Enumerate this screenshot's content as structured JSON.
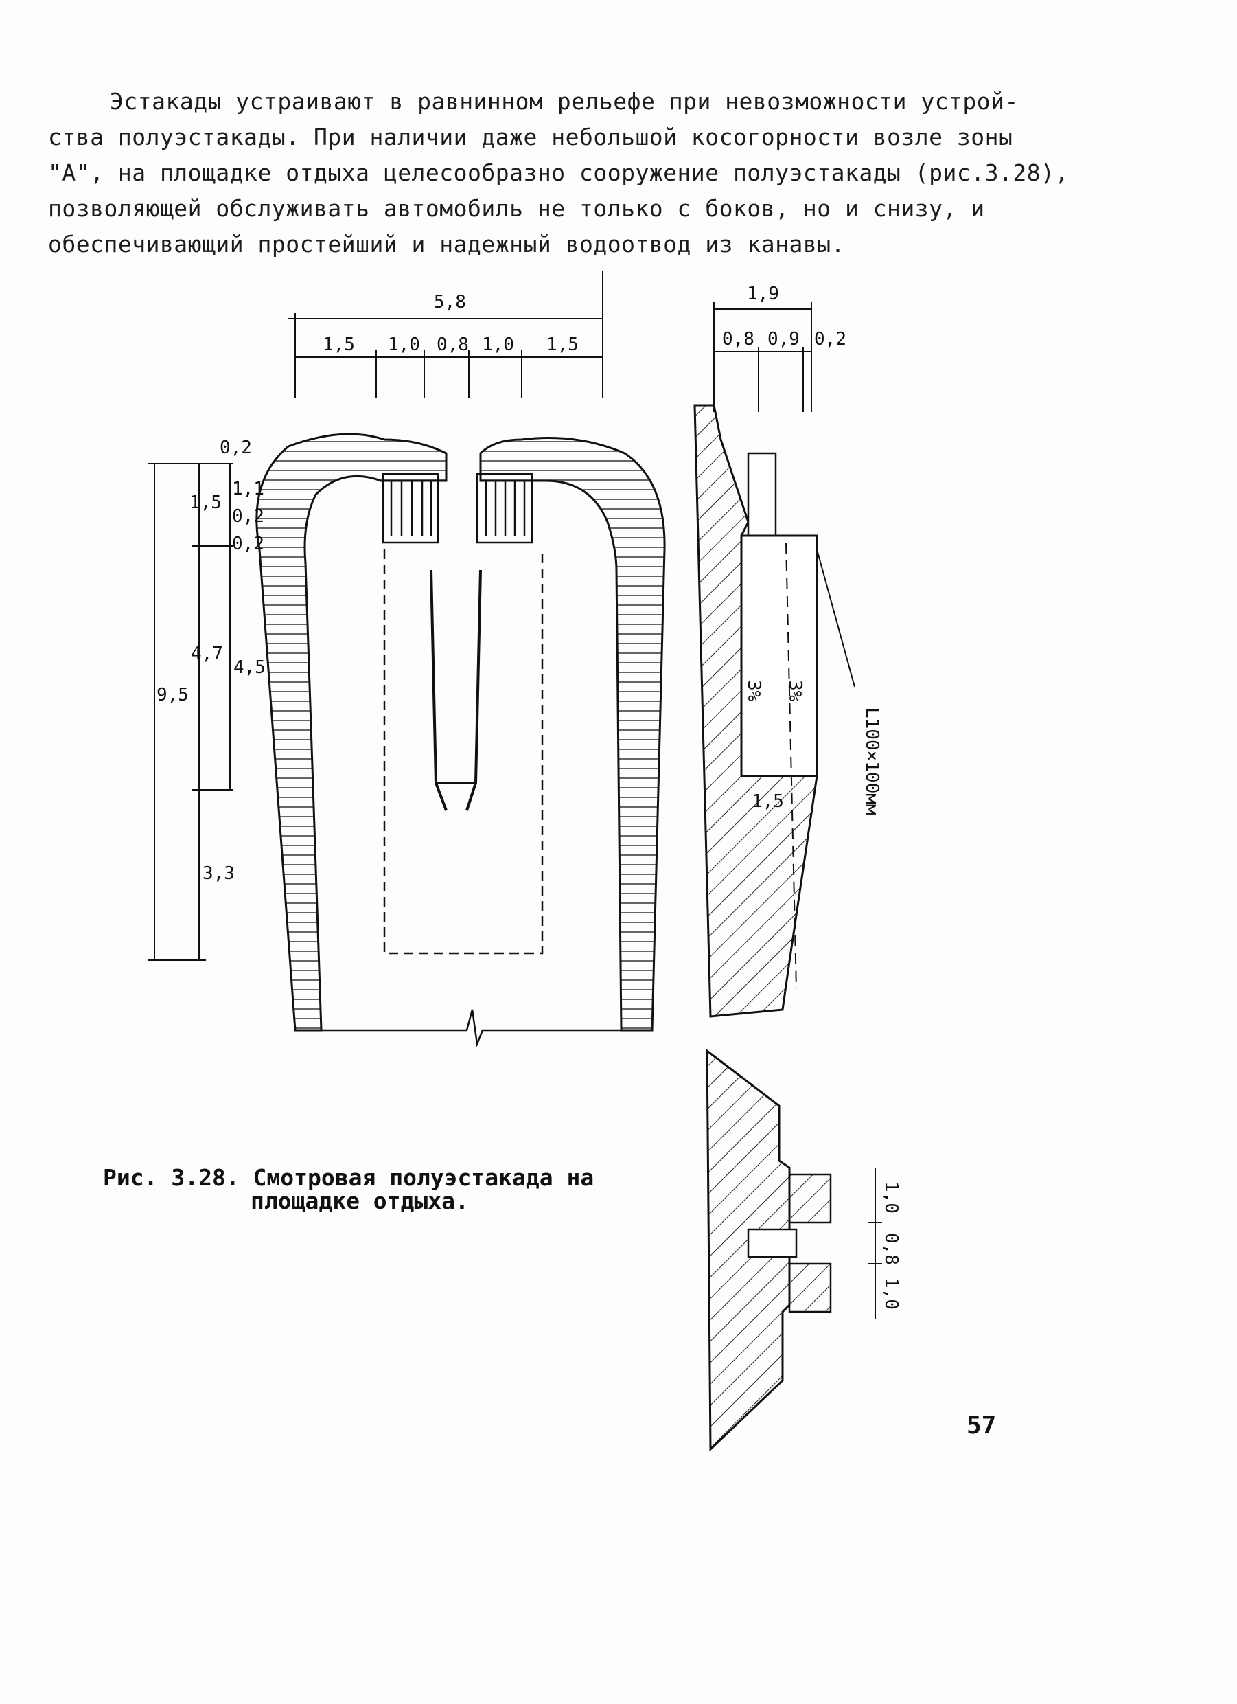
{
  "paragraph": {
    "lines": [
      "Эстакады устраивают в равнинном рельефе при невозможности устрой-",
      "ства полуэстакады. При наличии даже небольшой косогорности возле зоны",
      "\"А\", на площадке отдыха целесообразно сооружение полуэстакады (рис.3.28),",
      "позволяющей обслуживать автомобиль не только с боков, но и снизу, и",
      "обеспечивающий простейший и надежный водоотвод из канавы."
    ]
  },
  "figure": {
    "plan_top_dims": {
      "total": "5,8",
      "parts": [
        "1,5",
        "1,0",
        "0,8",
        "1,0",
        "1,5"
      ]
    },
    "plan_left_dims": [
      "0,2",
      "1,1",
      "0,2",
      "0,2",
      "1,5",
      "4,5",
      "4,7",
      "9,5",
      "3,3"
    ],
    "section_top_dims": {
      "total": "1,9",
      "parts": [
        "0,8",
        "0,9",
        "0,2"
      ]
    },
    "section_labels": {
      "slope_a": "3%",
      "slope_b": "3%",
      "angle": "L100×100мм",
      "width": "1,5"
    },
    "crosssection_dims": [
      "1,0",
      "0,8",
      "1,0"
    ]
  },
  "caption": {
    "line1": "Рис. 3.28. Смотровая полуэстакада на",
    "line2": "площадке отдыха."
  },
  "page_number": "57"
}
